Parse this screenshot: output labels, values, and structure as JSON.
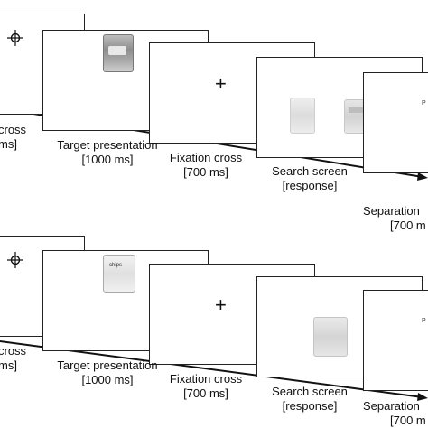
{
  "top_panel": {
    "labels": {
      "prev_line1": "cross",
      "prev_line2": "ms]",
      "target_line1": "Target presentation",
      "target_line2": "[1000 ms]",
      "fixation_line1": "Fixation cross",
      "fixation_line2": "[700 ms]",
      "search_line1": "Search screen",
      "search_line2": "[response]",
      "separation_line1": "Separation",
      "separation_line2": "[700 m"
    },
    "fixation_symbol": "+",
    "package_text": "",
    "separation_text": "P"
  },
  "bottom_panel": {
    "labels": {
      "prev_line1": "cross",
      "prev_line2": "ms]",
      "target_line1": "Target presentation",
      "target_line2": "[1000 ms]",
      "fixation_line1": "Fixation cross",
      "fixation_line2": "[700 ms]",
      "search_line1": "Search screen",
      "search_line2": "[response]",
      "separation_line1": "Separation",
      "separation_line2": "[700 m"
    },
    "fixation_symbol": "+",
    "package_text": "chips",
    "separation_text": "P"
  },
  "colors": {
    "line": "#111111",
    "frame_border": "#222222",
    "package_light": "#d9d9d9"
  }
}
